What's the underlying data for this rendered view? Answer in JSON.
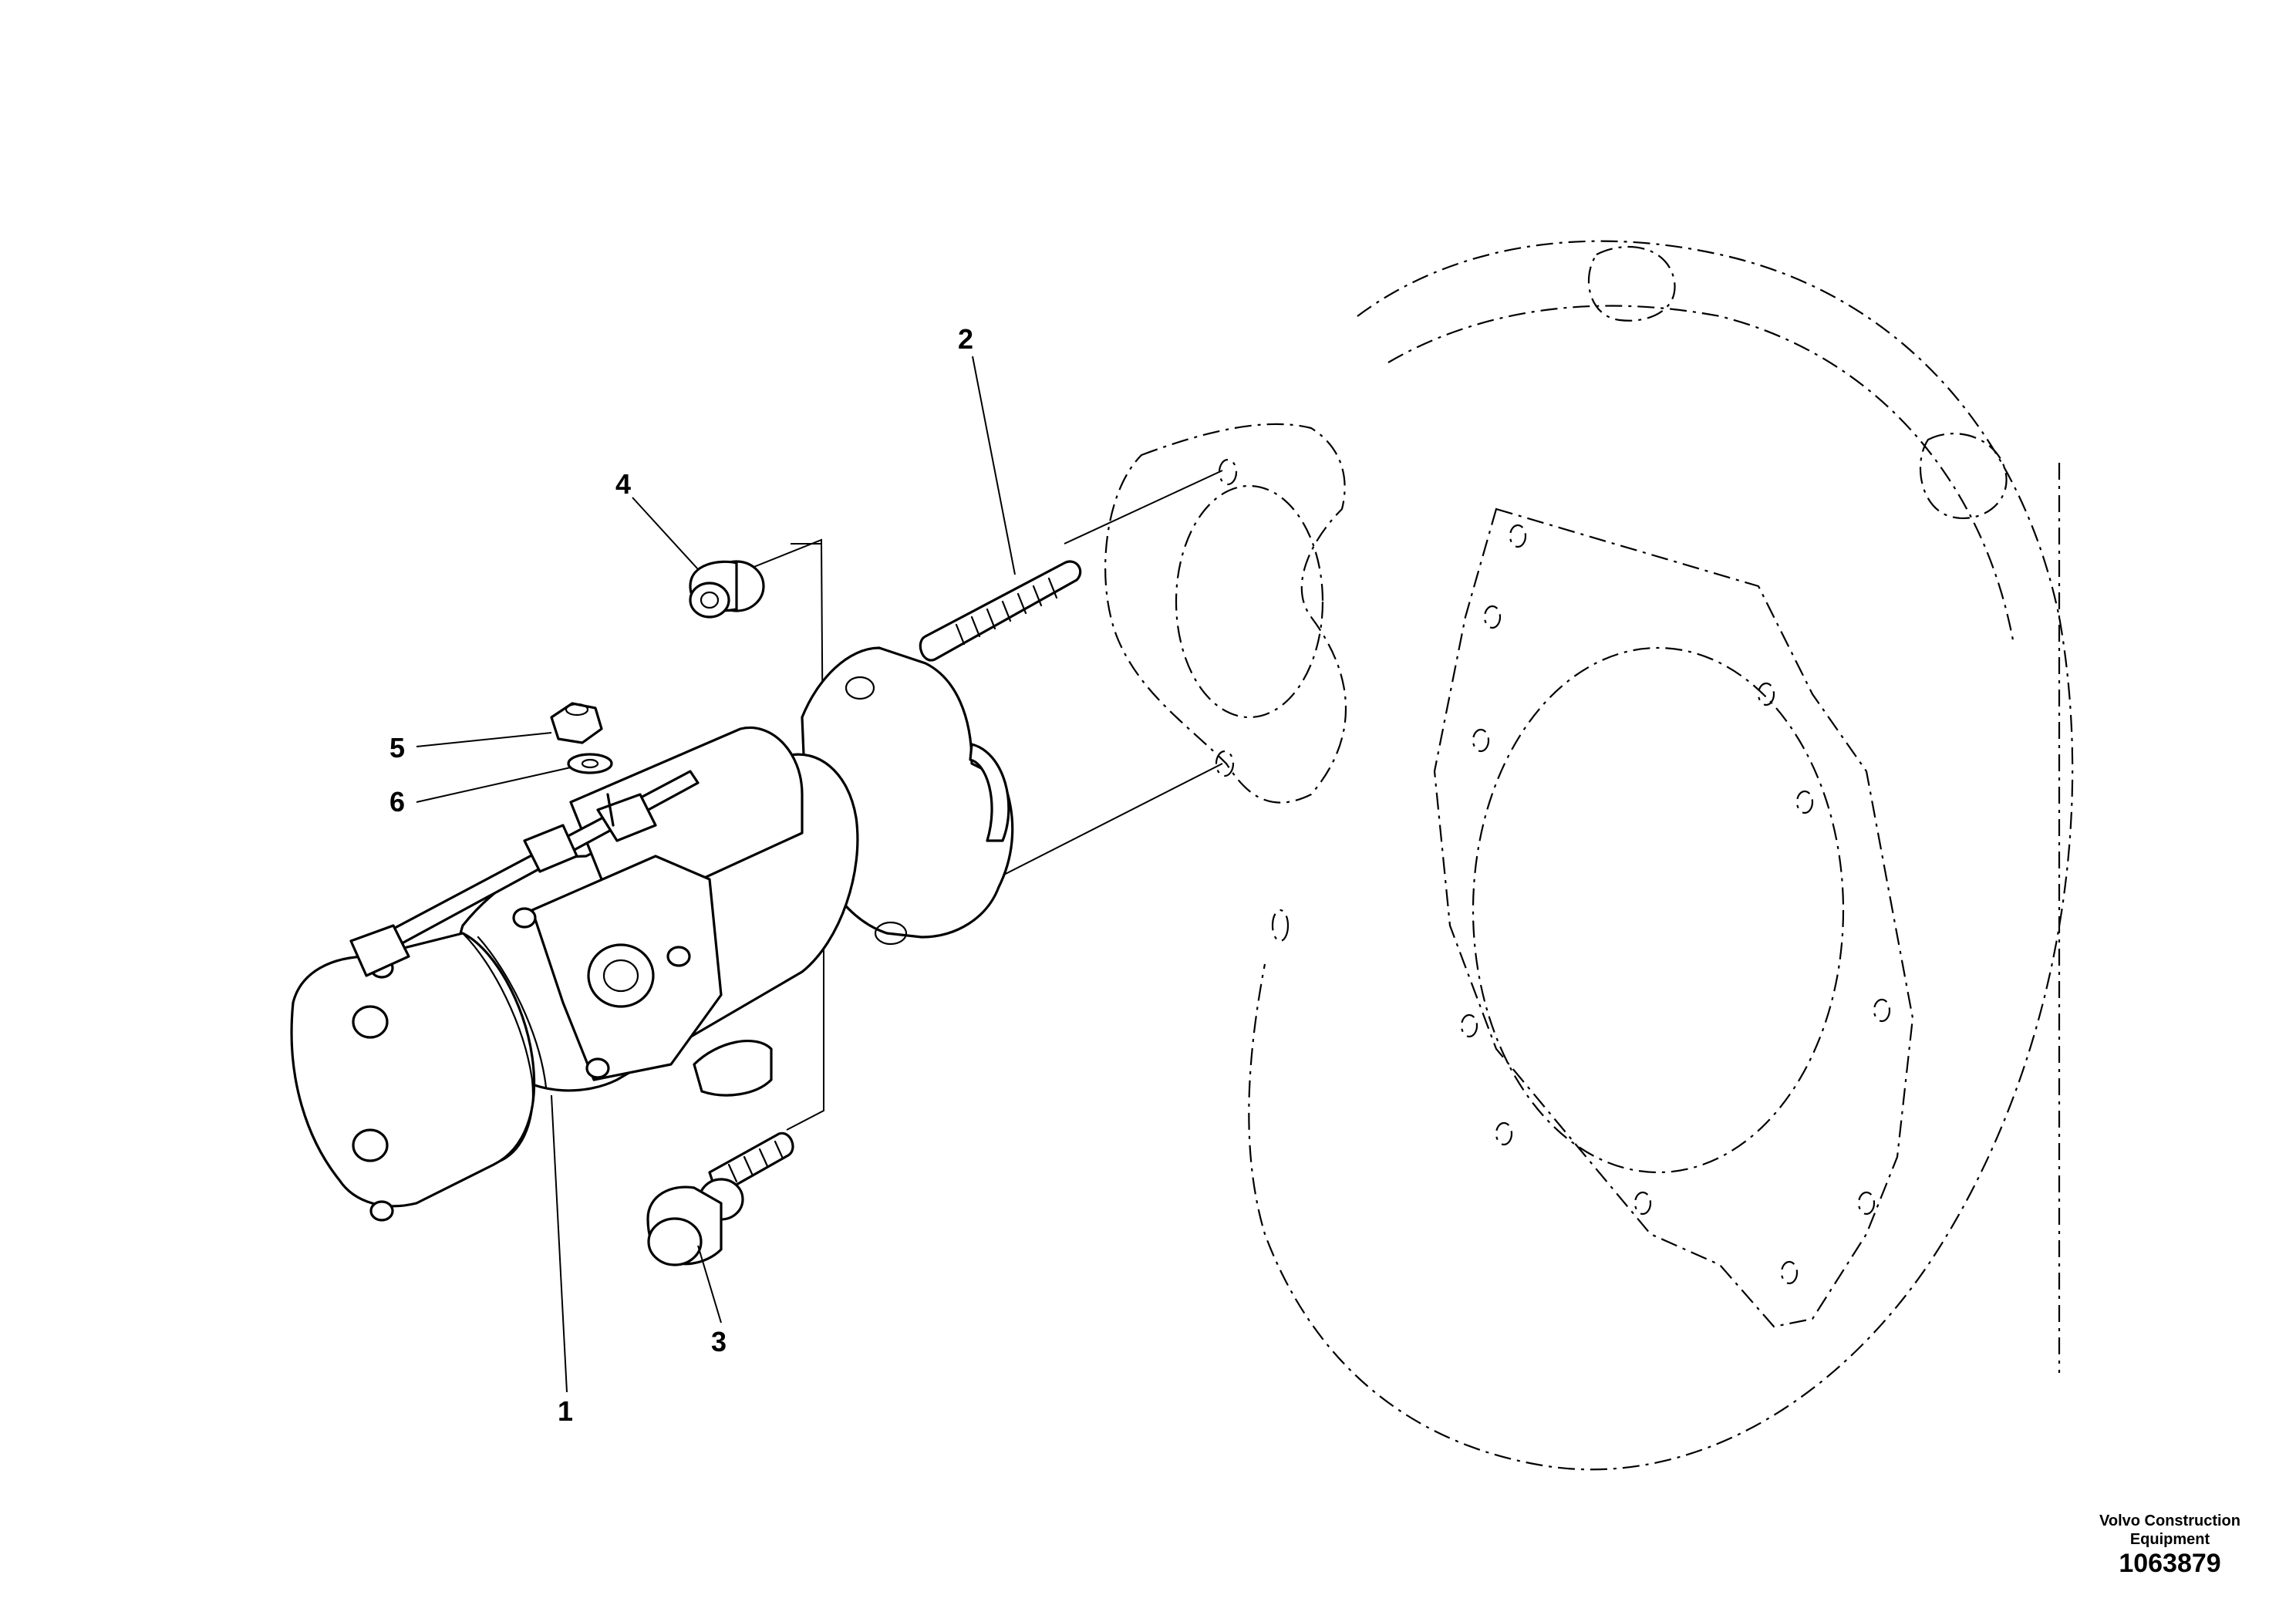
{
  "callouts": {
    "c1": "1",
    "c2": "2",
    "c3": "3",
    "c4": "4",
    "c5": "5",
    "c6": "6"
  },
  "credit": {
    "line1": "Volvo Construction",
    "line2": "Equipment",
    "number": "1063879"
  },
  "colors": {
    "ink": "#000000",
    "paper": "#ffffff"
  }
}
